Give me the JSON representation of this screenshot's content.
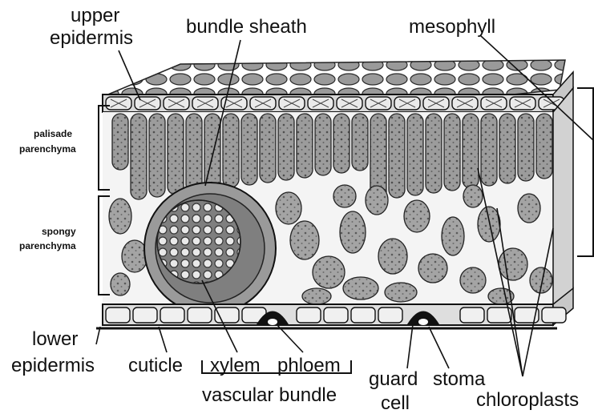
{
  "labels": {
    "upper_epidermis_1": "upper",
    "upper_epidermis_2": "epidermis",
    "bundle_sheath": "bundle sheath",
    "mesophyll": "mesophyll",
    "palisade_1": "palisade",
    "palisade_2": "parenchyma",
    "spongy_1": "spongy",
    "spongy_2": "parenchyma",
    "lower_epidermis_1": "lower",
    "lower_epidermis_2": "epidermis",
    "cuticle": "cuticle",
    "xylem": "xylem",
    "phloem": "phloem",
    "vascular_bundle": "vascular bundle",
    "guard_cell_1": "guard",
    "guard_cell_2": "cell",
    "stoma": "stoma",
    "chloroplasts": "chloroplasts"
  }
}
